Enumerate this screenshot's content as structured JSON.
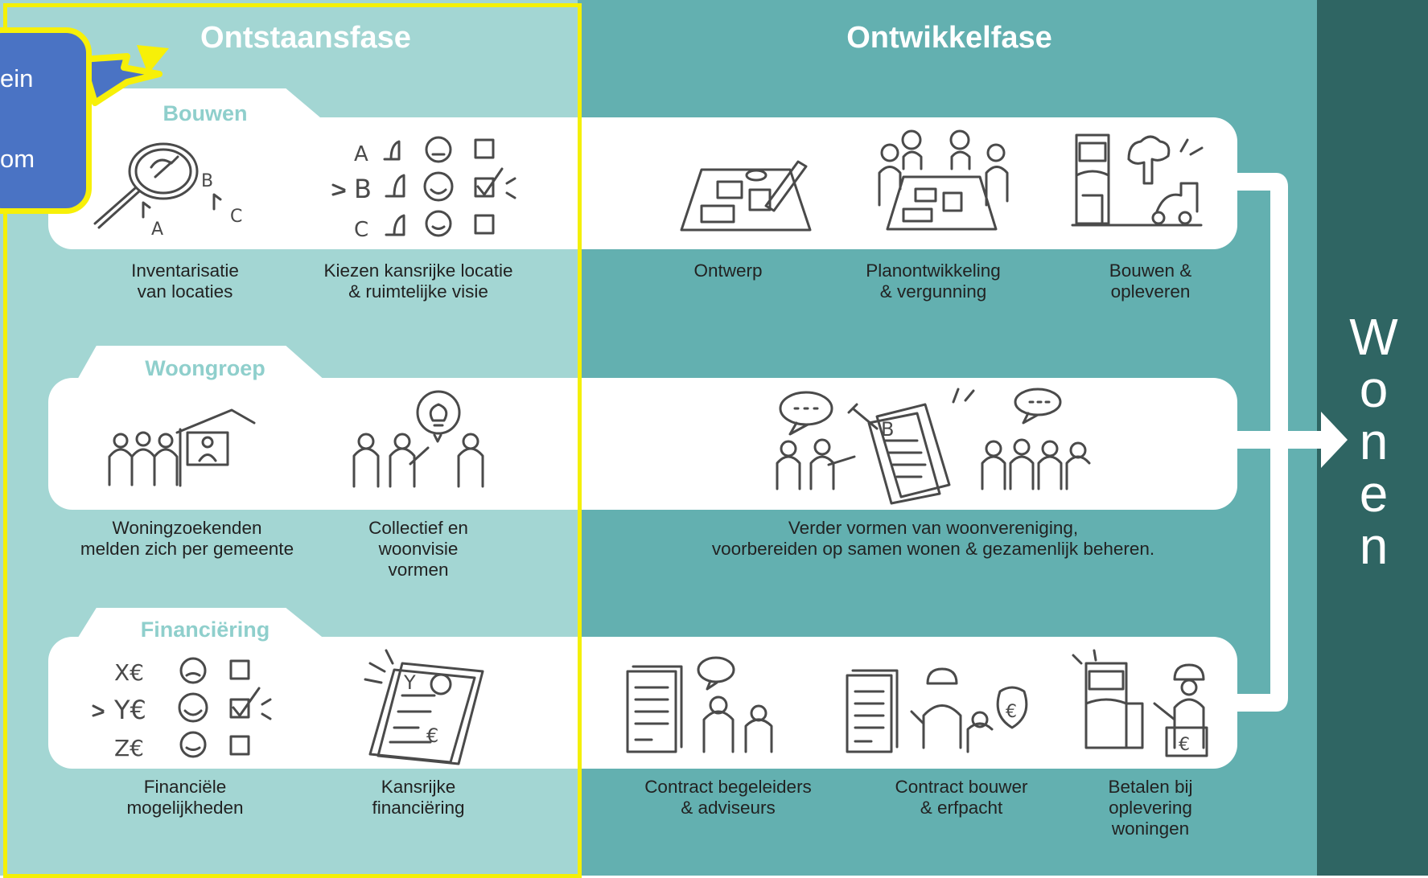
{
  "phases": {
    "left_title": "Ontstaansfase",
    "middle_title": "Ontwikkelfase",
    "right_word": "Wonen"
  },
  "tracks": {
    "bouwen": "Bouwen",
    "woongroep": "Woongroep",
    "financiering": "Financiëring"
  },
  "steps": {
    "inventarisatie": "Inventarisatie\nvan locaties",
    "kiezen": "Kiezen kansrijke locatie\n& ruimtelijke visie",
    "ontwerp": "Ontwerp",
    "planontwikkeling": "Planontwikkeling\n& vergunning",
    "bouwen_opleveren": "Bouwen &\nopleveren",
    "woningzoekenden": "Woningzoekenden\nmelden zich per gemeente",
    "collectief": "Collectief en\nwoonvisie\nvormen",
    "verder_vormen": "Verder vormen van woonvereniging,\nvoorbereiden op samen wonen & gezamenlijk beheren.",
    "financiele": "Financiële\nmogelijkheden",
    "kansrijke_fin": "Kansrijke\nfinanciëring",
    "contract_begeleiders": "Contract  begeleiders\n& adviseurs",
    "contract_bouwer": "Contract bouwer\n& erfpacht",
    "betalen": "Betalen bij\noplevering\nwoningen"
  },
  "callout": {
    "line1": "ein",
    "line2": "om"
  },
  "sketch_letters": {
    "a": "A",
    "b": "B",
    "c": "C",
    "x": "X€",
    "y": "Y€",
    "z": "Z€"
  },
  "colors": {
    "left_bg": "#a3d6d3",
    "middle_bg": "#63b0b0",
    "right_bg": "#2f6563",
    "frame": "#f4f006",
    "callout": "#4a73c4"
  }
}
